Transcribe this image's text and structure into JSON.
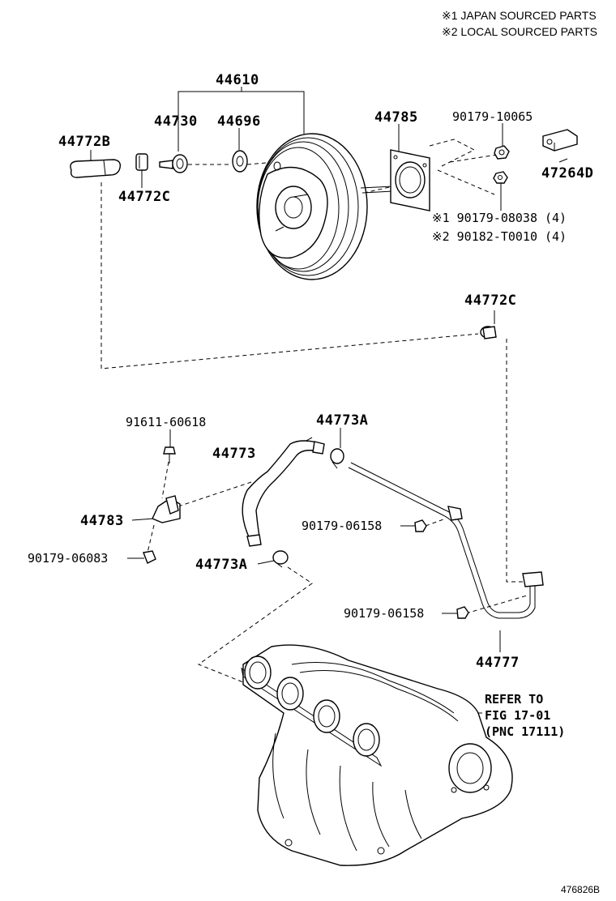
{
  "notes": {
    "note1": "※1 JAPAN SOURCED PARTS",
    "note2": "※2 LOCAL SOURCED PARTS"
  },
  "labels": {
    "p44610": "44610",
    "p44730": "44730",
    "p44696": "44696",
    "p44785": "44785",
    "p90179_10065": "90179-10065",
    "p47264D": "47264D",
    "p44772B": "44772B",
    "p44772C_top": "44772C",
    "p90179_08038": "※1 90179-08038 (4)",
    "p90182_T0010": "※2 90182-T0010 (4)",
    "p44772C_mid": "44772C",
    "p91611_60618": "91611-60618",
    "p44773A_top": "44773A",
    "p44773": "44773",
    "p44783": "44783",
    "p90179_06158_a": "90179-06158",
    "p90179_06083": "90179-06083",
    "p44773A_bot": "44773A",
    "p90179_06158_b": "90179-06158",
    "p44777": "44777"
  },
  "reference": {
    "line1": "REFER TO",
    "line2": "FIG 17-01",
    "line3": "(PNC 17111)"
  },
  "figure_number": "476826B",
  "colors": {
    "ink": "#000000",
    "paper": "#ffffff"
  }
}
